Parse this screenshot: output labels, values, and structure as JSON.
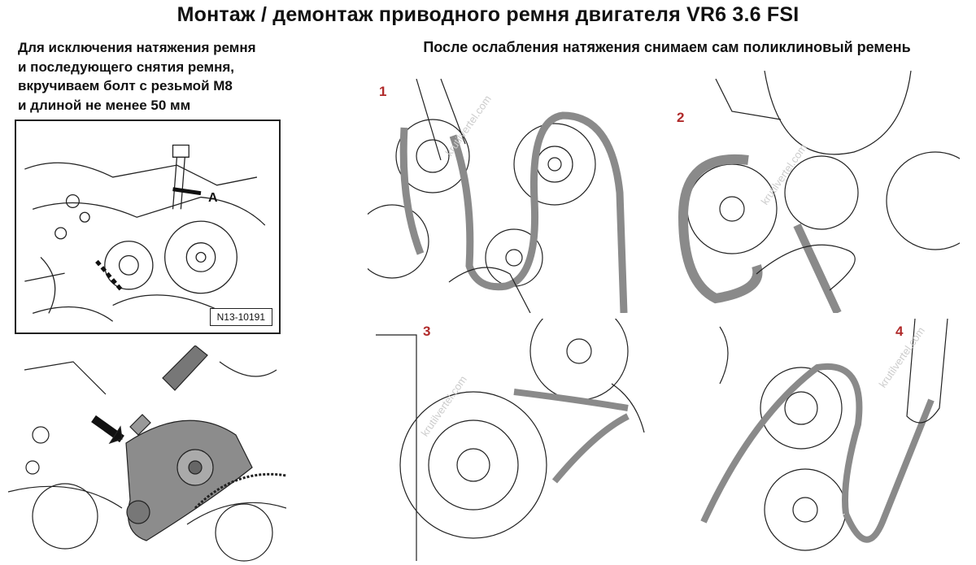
{
  "title": "Монтаж / демонтаж приводного ремня двигателя VR6 3.6 FSI",
  "left_text": {
    "lines": [
      "Для исключения натяжения ремня",
      "и последующего снятия ремня,",
      "вкручиваем болт с резьмой М8",
      "и длиной не менее 50 мм"
    ]
  },
  "figure_top_left": {
    "label_a": "A",
    "code": "N13-10191"
  },
  "right_caption": "После ослабления натяжения снимаем сам поликлиновый ремень",
  "steps": [
    {
      "number": "1"
    },
    {
      "number": "2"
    },
    {
      "number": "3"
    },
    {
      "number": "4"
    }
  ],
  "watermark": "krutilvertel.com",
  "colors": {
    "step_number": "#b02a2a",
    "belt": "#9a9a9a",
    "tensioner": "#8c8c8c"
  }
}
